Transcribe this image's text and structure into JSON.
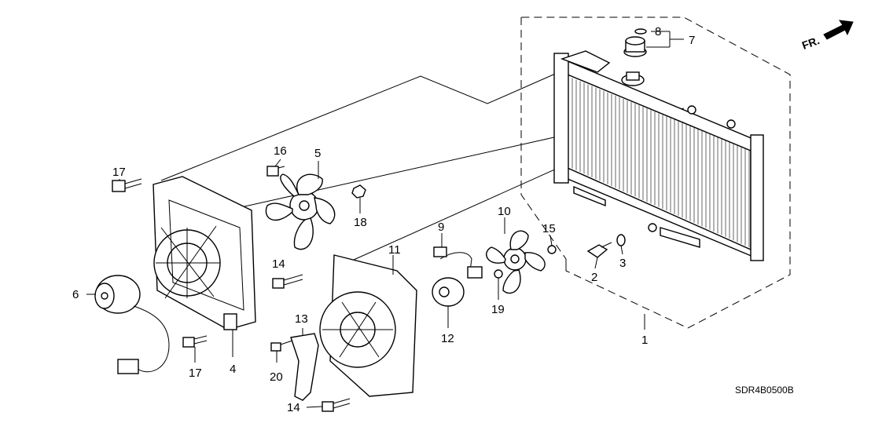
{
  "diagram": {
    "code": "SDR4B0500B",
    "direction_label": "FR.",
    "callouts": [
      {
        "id": "c1",
        "text": "1"
      },
      {
        "id": "c2",
        "text": "2"
      },
      {
        "id": "c3",
        "text": "3"
      },
      {
        "id": "c4",
        "text": "4"
      },
      {
        "id": "c5",
        "text": "5"
      },
      {
        "id": "c6",
        "text": "6"
      },
      {
        "id": "c7",
        "text": "7"
      },
      {
        "id": "c8",
        "text": "8"
      },
      {
        "id": "c9",
        "text": "9"
      },
      {
        "id": "c10",
        "text": "10"
      },
      {
        "id": "c11",
        "text": "11"
      },
      {
        "id": "c12",
        "text": "12"
      },
      {
        "id": "c13",
        "text": "13"
      },
      {
        "id": "c14a",
        "text": "14"
      },
      {
        "id": "c14b",
        "text": "14"
      },
      {
        "id": "c15",
        "text": "15"
      },
      {
        "id": "c16",
        "text": "16"
      },
      {
        "id": "c17a",
        "text": "17"
      },
      {
        "id": "c17b",
        "text": "17"
      },
      {
        "id": "c18",
        "text": "18"
      },
      {
        "id": "c19",
        "text": "19"
      },
      {
        "id": "c20",
        "text": "20"
      }
    ]
  }
}
